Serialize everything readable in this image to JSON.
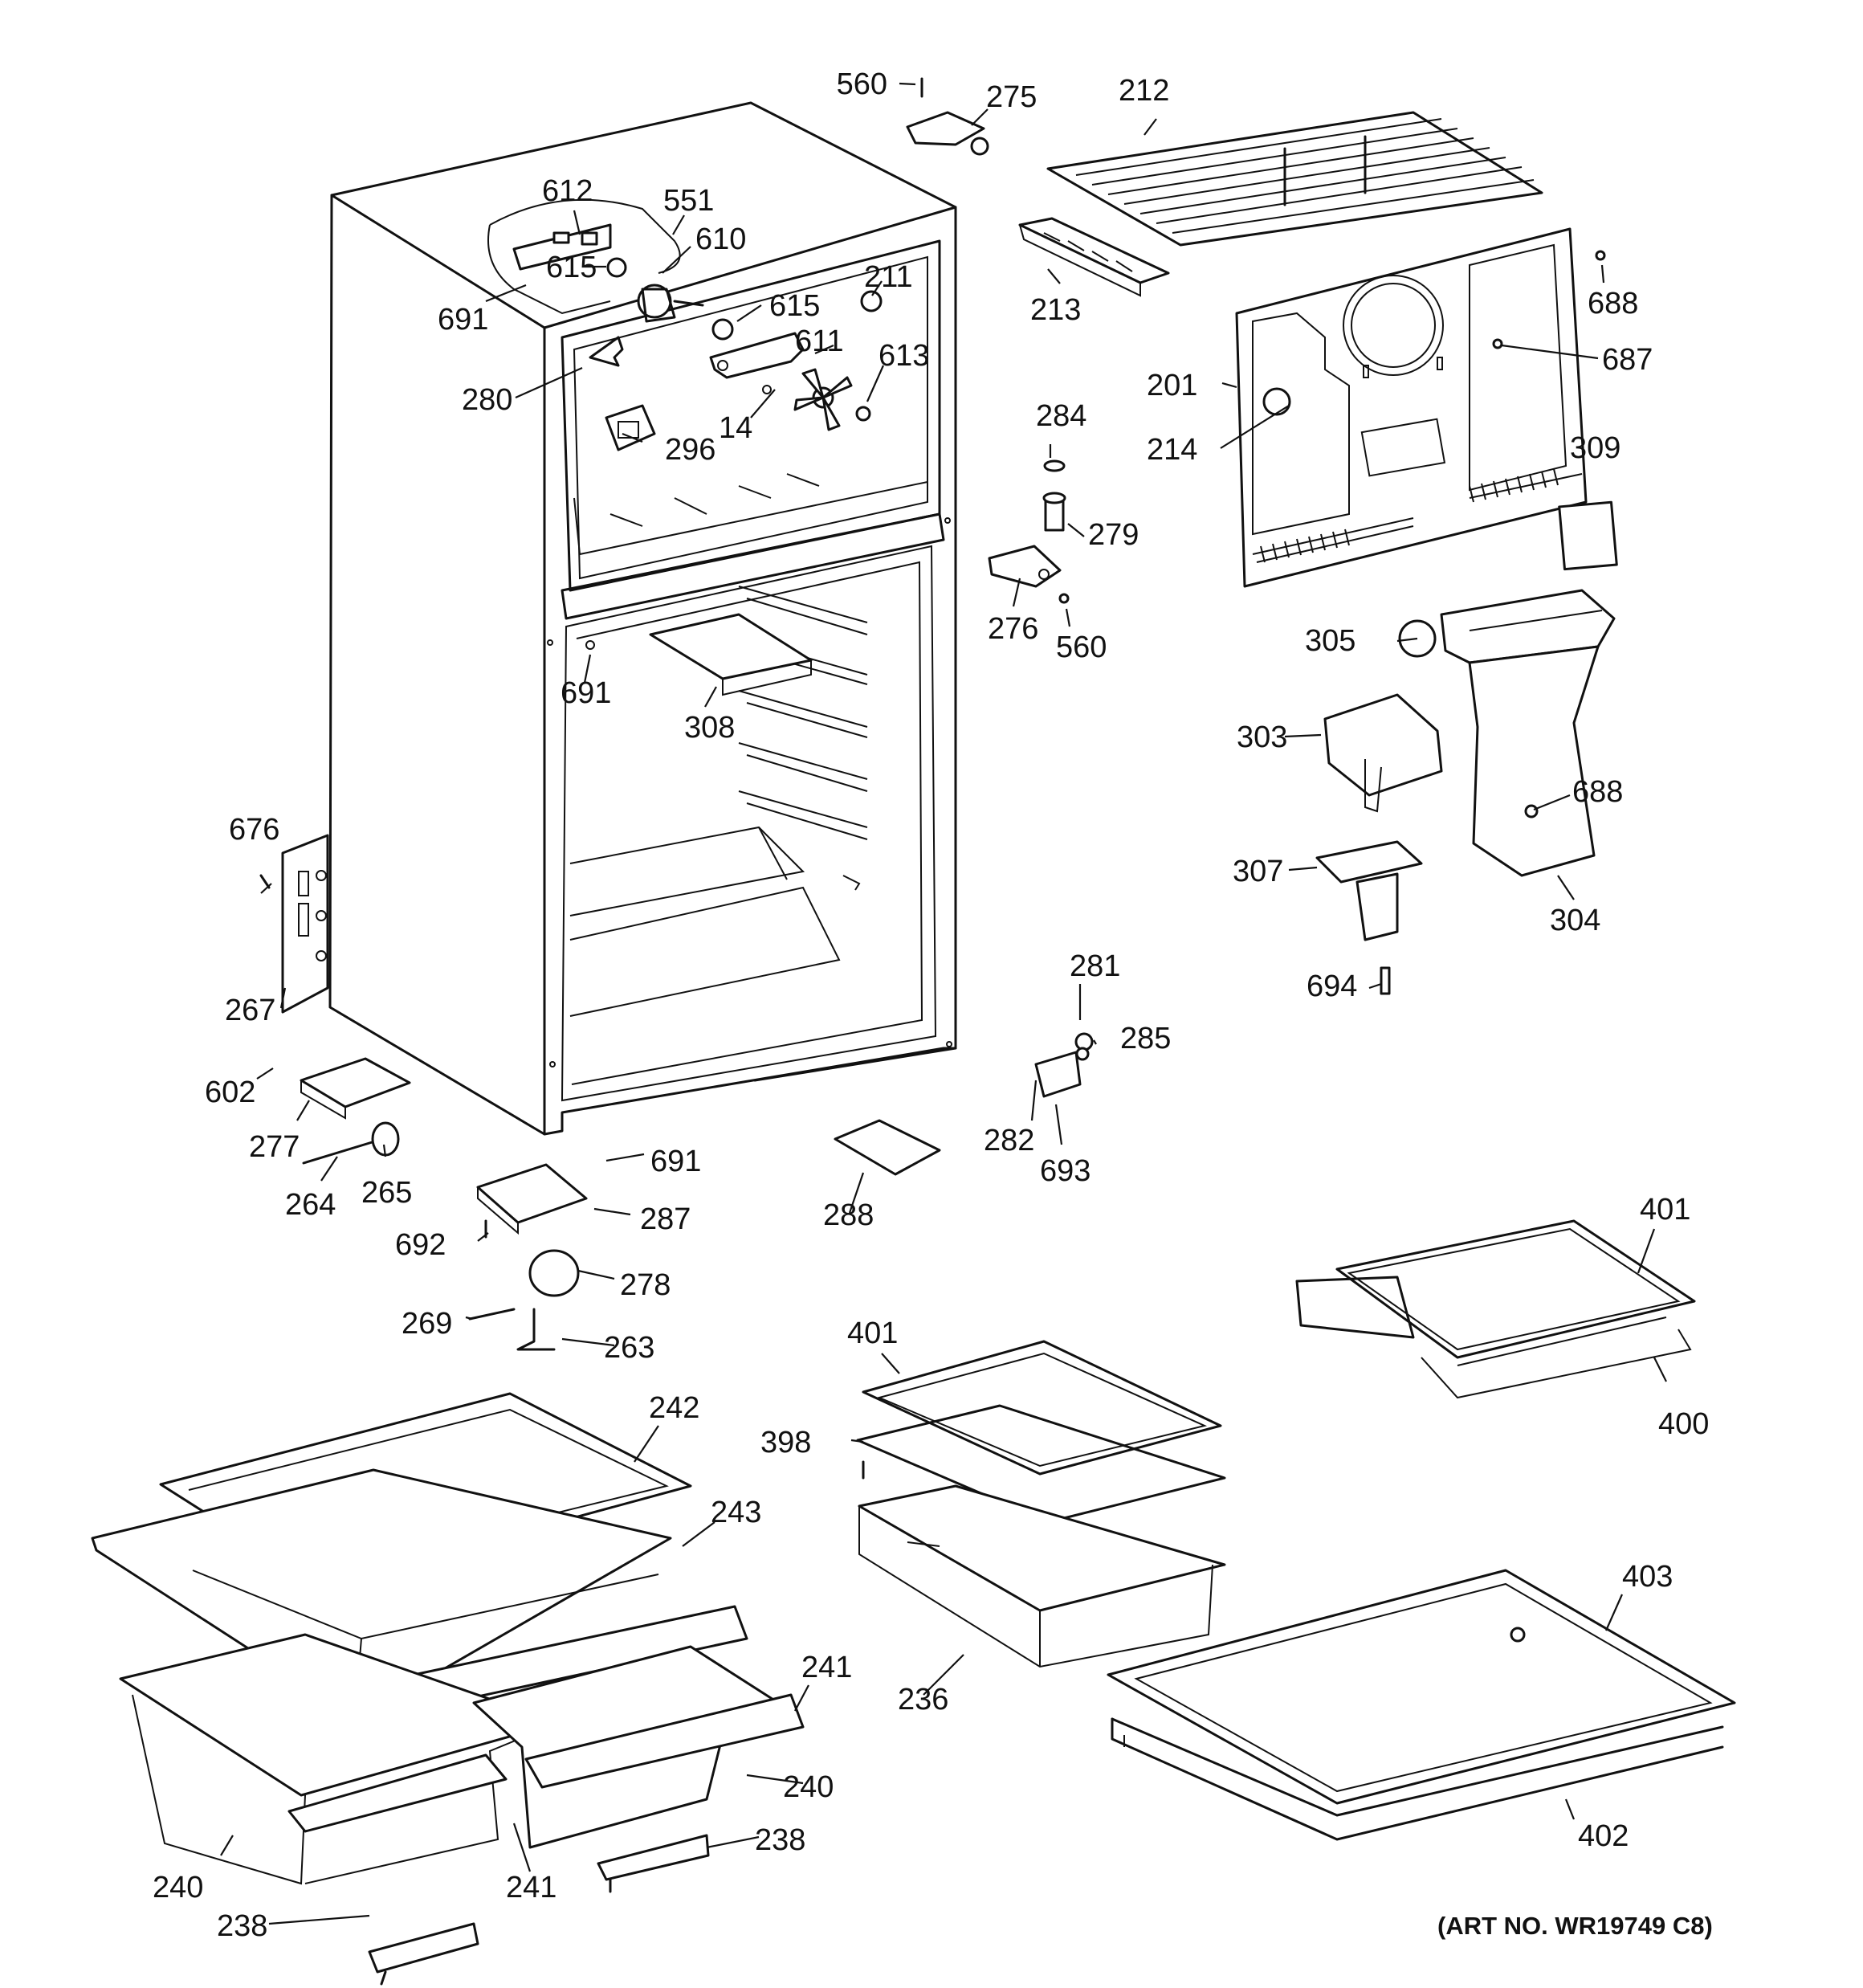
{
  "diagram": {
    "art_number": "(ART NO. WR19749 C8)",
    "callouts": [
      {
        "id": "c560a",
        "text": "560"
      },
      {
        "id": "c275",
        "text": "275"
      },
      {
        "id": "c212",
        "text": "212"
      },
      {
        "id": "c612",
        "text": "612"
      },
      {
        "id": "c551",
        "text": "551"
      },
      {
        "id": "c610",
        "text": "610"
      },
      {
        "id": "c615a",
        "text": "615"
      },
      {
        "id": "c211",
        "text": "211"
      },
      {
        "id": "c615b",
        "text": "615"
      },
      {
        "id": "c611",
        "text": "611"
      },
      {
        "id": "c613",
        "text": "613"
      },
      {
        "id": "c691a",
        "text": "691"
      },
      {
        "id": "c280",
        "text": "280"
      },
      {
        "id": "c14",
        "text": "14"
      },
      {
        "id": "c296",
        "text": "296"
      },
      {
        "id": "c213",
        "text": "213"
      },
      {
        "id": "c688a",
        "text": "688"
      },
      {
        "id": "c687",
        "text": "687"
      },
      {
        "id": "c201",
        "text": "201"
      },
      {
        "id": "c214",
        "text": "214"
      },
      {
        "id": "c284",
        "text": "284"
      },
      {
        "id": "c279",
        "text": "279"
      },
      {
        "id": "c309",
        "text": "309"
      },
      {
        "id": "c276",
        "text": "276"
      },
      {
        "id": "c560b",
        "text": "560"
      },
      {
        "id": "c305",
        "text": "305"
      },
      {
        "id": "c691b",
        "text": "691"
      },
      {
        "id": "c308",
        "text": "308"
      },
      {
        "id": "c303",
        "text": "303"
      },
      {
        "id": "c688b",
        "text": "688"
      },
      {
        "id": "c676",
        "text": "676"
      },
      {
        "id": "c307",
        "text": "307"
      },
      {
        "id": "c304",
        "text": "304"
      },
      {
        "id": "c694",
        "text": "694"
      },
      {
        "id": "c267",
        "text": "267"
      },
      {
        "id": "c281",
        "text": "281"
      },
      {
        "id": "c285",
        "text": "285"
      },
      {
        "id": "c602",
        "text": "602"
      },
      {
        "id": "c282",
        "text": "282"
      },
      {
        "id": "c277",
        "text": "277"
      },
      {
        "id": "c691c",
        "text": "691"
      },
      {
        "id": "c693",
        "text": "693"
      },
      {
        "id": "c264",
        "text": "264"
      },
      {
        "id": "c265",
        "text": "265"
      },
      {
        "id": "c287",
        "text": "287"
      },
      {
        "id": "c288",
        "text": "288"
      },
      {
        "id": "c692",
        "text": "692"
      },
      {
        "id": "c401a",
        "text": "401"
      },
      {
        "id": "c278",
        "text": "278"
      },
      {
        "id": "c269",
        "text": "269"
      },
      {
        "id": "c263",
        "text": "263"
      },
      {
        "id": "c401b",
        "text": "401"
      },
      {
        "id": "c242",
        "text": "242"
      },
      {
        "id": "c398",
        "text": "398"
      },
      {
        "id": "c400",
        "text": "400"
      },
      {
        "id": "c243",
        "text": "243"
      },
      {
        "id": "c403",
        "text": "403"
      },
      {
        "id": "c241a",
        "text": "241"
      },
      {
        "id": "c236",
        "text": "236"
      },
      {
        "id": "c240a",
        "text": "240"
      },
      {
        "id": "c238a",
        "text": "238"
      },
      {
        "id": "c240b",
        "text": "240"
      },
      {
        "id": "c241b",
        "text": "241"
      },
      {
        "id": "c402",
        "text": "402"
      },
      {
        "id": "c238b",
        "text": "238"
      }
    ]
  }
}
